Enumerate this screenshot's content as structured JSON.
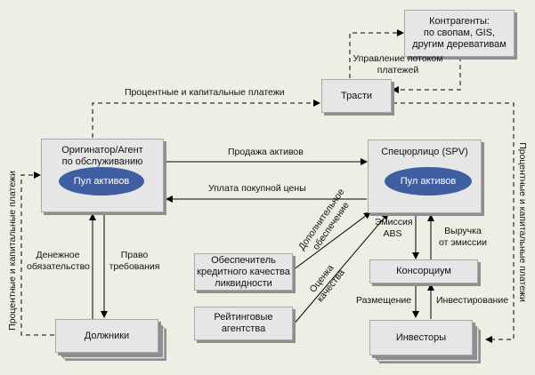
{
  "nodes": {
    "counterparties": {
      "lines": [
        "Контрагенты:",
        "по свопам, GIS,",
        "другим деревативам"
      ]
    },
    "trust": {
      "label": "Трасти"
    },
    "originator": {
      "lines": [
        "Оригинатор/Агент",
        "по обслуживанию"
      ],
      "pool": "Пул активов"
    },
    "spv": {
      "label": "Спецюрлицо (SPV)",
      "pool": "Пул активов"
    },
    "credit_enhancer": {
      "lines": [
        "Обеспечитель",
        "кредитного качества",
        "ликвидности"
      ]
    },
    "rating_agencies": {
      "lines": [
        "Рейтинговые",
        "агентства"
      ]
    },
    "consortium": {
      "label": "Консорциум"
    },
    "debtors": {
      "label": "Должники"
    },
    "investors": {
      "label": "Инвесторы"
    }
  },
  "edges": {
    "payment_flow_mgmt": [
      "Управление потоком",
      "платежей"
    ],
    "interest_capital_top": "Процентные и капитальные платежи",
    "interest_capital_left": "Процентные и капитальные платежи",
    "interest_capital_right": "Процентные и капитальные платежи",
    "asset_sale": "Продажа активов",
    "purchase_payment": "Уплата покупной цены",
    "monetary_obligation": [
      "Денежное",
      "обязательство"
    ],
    "claim_right": [
      "Право",
      "требования"
    ],
    "additional_security": [
      "Дополнительное",
      "обеспечение"
    ],
    "quality_rating": [
      "Оценка",
      "качества"
    ],
    "abs_issue": [
      "Эмиссия",
      "ABS"
    ],
    "issue_proceeds": [
      "Выручка",
      "от эмиссии"
    ],
    "placement": "Размещение",
    "investing": "Инвестирование"
  },
  "colors": {
    "pool": "#3f5fa2",
    "box": "#e6e6e6",
    "background": "#ecefe3"
  }
}
